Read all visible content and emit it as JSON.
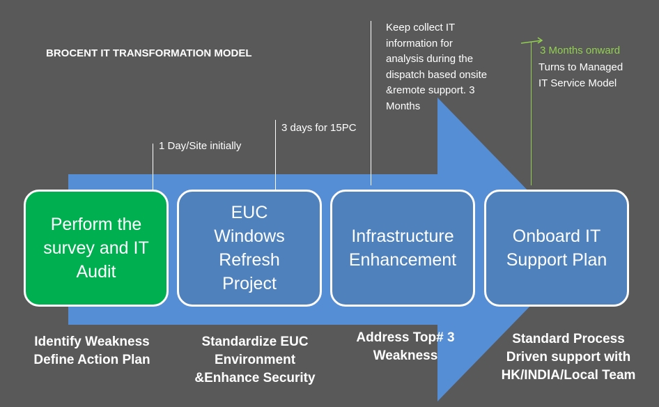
{
  "title": "BROCENT IT TRANSFORMATION MODEL",
  "colors": {
    "background": "#595959",
    "arrow": "#558ed5",
    "box_green": "#00b050",
    "box_blue": "#4f81bd",
    "accent_green": "#92d050"
  },
  "steps": [
    {
      "label": "Perform the\nsurvey and IT\nAudit",
      "style": "green",
      "timeline": "1 Day/Site initially",
      "outcome": "Identify Weakness\nDefine Action Plan"
    },
    {
      "label": "EUC\nWindows\nRefresh\nProject",
      "style": "blue",
      "timeline": "3 days for 15PC",
      "outcome": "Standardize EUC\nEnvironment\n&Enhance Security"
    },
    {
      "label": "Infrastructure\nEnhancement",
      "style": "blue",
      "timeline": "Keep collect IT\ninformation for\nanalysis during the\ndispatch based onsite\n&remote support. 3\nMonths",
      "outcome": "Address Top# 3\nWeakness"
    },
    {
      "label": "Onboard IT\nSupport Plan",
      "style": "blue",
      "timeline_highlight": "3 Months onward",
      "timeline": "Turns to Managed\nIT Service Model",
      "outcome": "Standard Process\nDriven support with\nHK/INDIA/Local Team"
    }
  ]
}
